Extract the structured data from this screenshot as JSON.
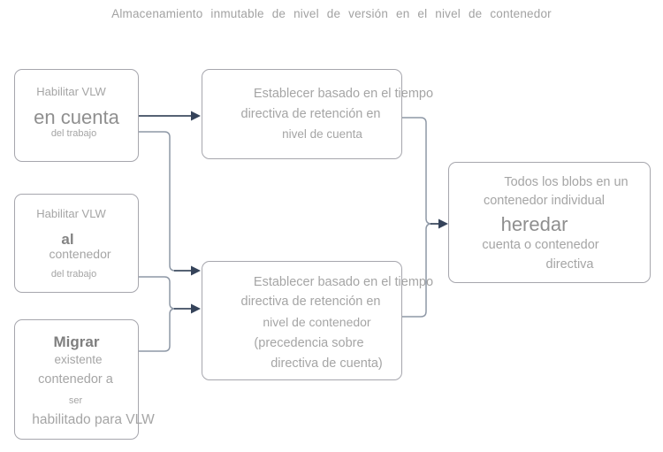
{
  "title": "Almacenamiento inmutable de nivel de versión en el nivel de contenedor",
  "boxes": {
    "enable_account": {
      "lines": [
        "Habilitar VLW",
        "en cuenta",
        "del trabajo"
      ]
    },
    "enable_container": {
      "lines": [
        "Habilitar VLW",
        "al",
        "contenedor",
        "del trabajo"
      ]
    },
    "migrate_container": {
      "lines": [
        "Migrar",
        "existente",
        "contenedor a",
        "ser",
        "habilitado para VLW"
      ]
    },
    "account_policy": {
      "lines": [
        "Establecer basado en el tiempo",
        "directiva de retención en",
        "nivel de cuenta"
      ]
    },
    "container_policy": {
      "lines": [
        "Establecer basado en el tiempo",
        "directiva de retención en",
        "nivel de contenedor",
        "(precedencia sobre",
        "directiva de cuenta)"
      ]
    },
    "inherit_policy": {
      "lines": [
        "Todos los blobs en un",
        "contenedor individual",
        "heredar",
        "cuenta o contenedor",
        "directiva"
      ]
    }
  },
  "colors": {
    "box_border": "#a6a6ad",
    "text_light": "#a5a5a5",
    "text_emphasis": "#7f7f7f",
    "connector_gray": "#8e98a6",
    "arrow_dark": "#3e4c60"
  }
}
